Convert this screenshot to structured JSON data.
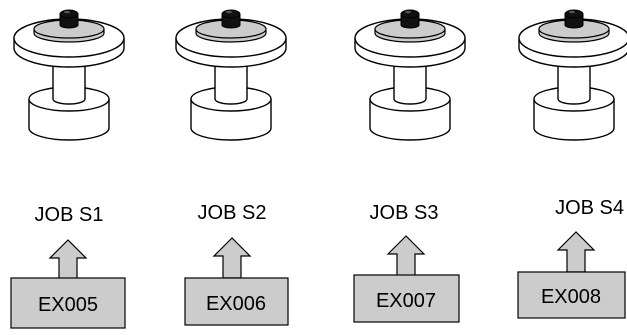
{
  "jobs": [
    {
      "job_label": "JOB S1",
      "code": "EX005"
    },
    {
      "job_label": "JOB S2",
      "code": "EX006"
    },
    {
      "job_label": "JOB S3",
      "code": "EX007"
    },
    {
      "job_label": "JOB S4",
      "code": "EX008"
    }
  ],
  "colors": {
    "outline": "#000000",
    "body_fill": "#ffffff",
    "plate_fill": "#cccccc",
    "knob_fill": "#111111",
    "box_fill": "#cccccc",
    "arrow_fill": "#cccccc",
    "text": "#000000"
  },
  "icons": {
    "spindle": "spindle-holder-icon",
    "arrow": "up-arrow-icon"
  }
}
